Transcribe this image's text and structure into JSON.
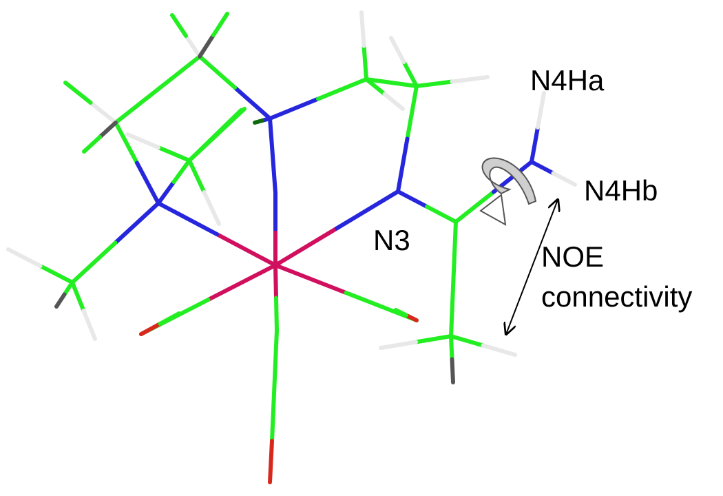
{
  "labels": {
    "n4ha": "N4Ha",
    "n4hb": "N4Hb",
    "n3": "N3",
    "noe_line1": "NOE",
    "noe_line2": "connectivity"
  },
  "colors": {
    "carbon": "#22ee22",
    "carbon_dark": "#0f6a0f",
    "nitrogen": "#2626dd",
    "hydrogen": "#e8e8e8",
    "hydrogen_dark": "#555555",
    "metal": "#d0105e",
    "oxygen": "#d8281e",
    "background": "#ffffff"
  }
}
